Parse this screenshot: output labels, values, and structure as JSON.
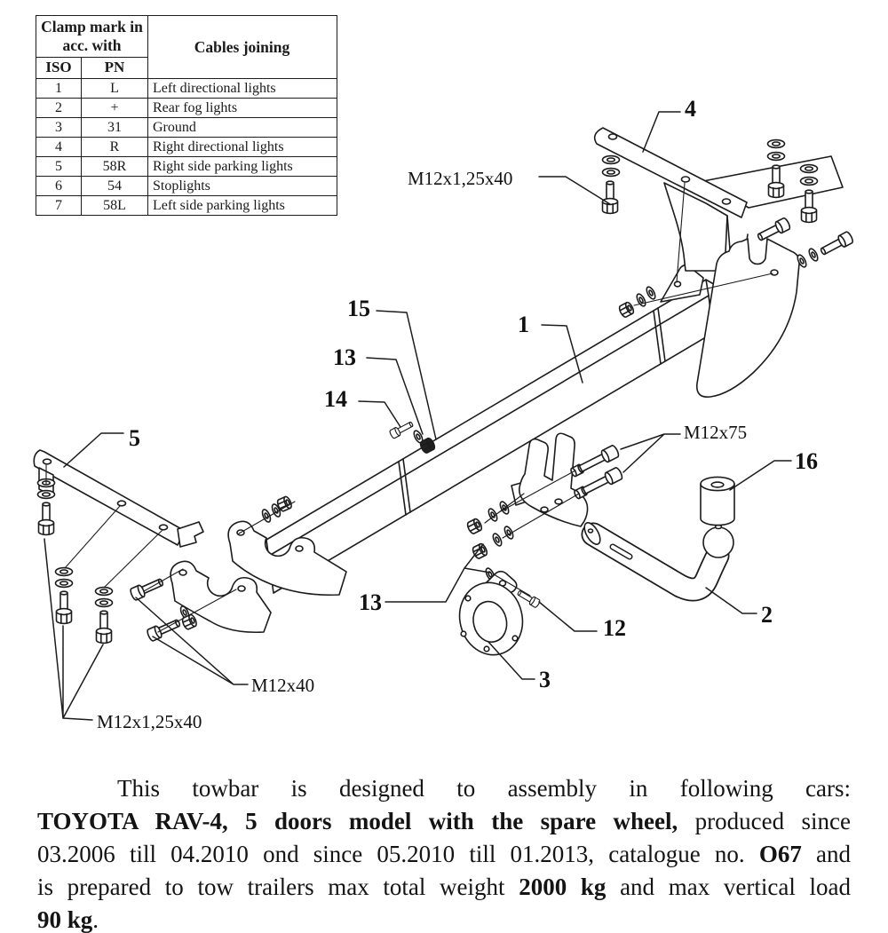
{
  "table": {
    "header_group": "Clamp mark in acc. with",
    "col_iso": "ISO",
    "col_pn": "PN",
    "col_cables": "Cables joining",
    "rows": [
      {
        "iso": "1",
        "pn": "L",
        "cables": "Left directional lights"
      },
      {
        "iso": "2",
        "pn": "+",
        "cables": "Rear fog lights"
      },
      {
        "iso": "3",
        "pn": "31",
        "cables": "Ground"
      },
      {
        "iso": "4",
        "pn": "R",
        "cables": "Right directional lights"
      },
      {
        "iso": "5",
        "pn": "58R",
        "cables": "Right side parking lights"
      },
      {
        "iso": "6",
        "pn": "54",
        "cables": "Stoplights"
      },
      {
        "iso": "7",
        "pn": "58L",
        "cables": "Left side parking lights"
      }
    ]
  },
  "diagram": {
    "parts": {
      "p1": "1",
      "p2": "2",
      "p3": "3",
      "p4": "4",
      "p5": "5",
      "p12": "12",
      "p13": "13",
      "p14": "14",
      "p15": "15",
      "p16": "16"
    },
    "fasteners": {
      "m12_125x40": "M12x1,25x40",
      "m12x75": "M12x75",
      "m12x40": "M12x40"
    },
    "line_color": "#1c1c1c"
  },
  "paragraph": {
    "line1": "This towbar is designed to assembly in following cars:",
    "line2_bold": "TOYOTA RAV-4, 5 doors model with the spare wheel,",
    "line2_rest": " produced since",
    "line3_pre": "03.2006 till 04.2010 ond since 05.2010 till 01.2013, catalogue no. ",
    "line3_bold": "O67",
    "line3_post": " and",
    "line4_pre": "is prepared to tow trailers max total weight ",
    "line4_bold": "2000 kg",
    "line4_post": " and max vertical load",
    "line5_bold": "90 kg",
    "line5_post": "."
  }
}
